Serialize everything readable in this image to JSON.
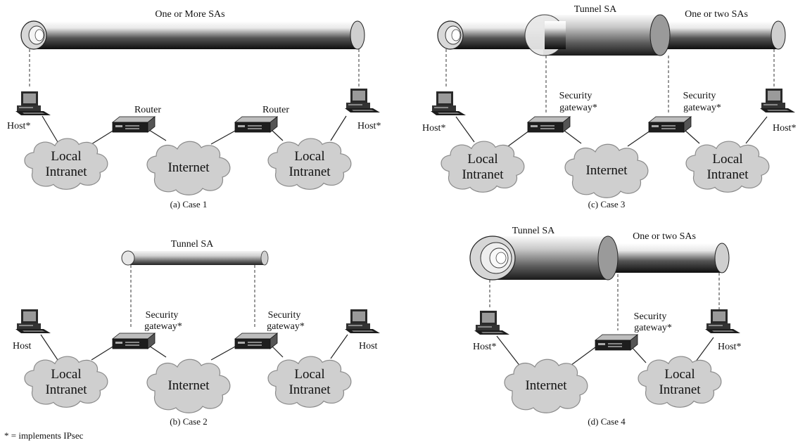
{
  "case1": {
    "caption": "(a) Case 1",
    "tube_label": "One or More SAs",
    "host_left": "Host*",
    "host_right": "Host*",
    "router_left": "Router",
    "router_right": "Router",
    "cloud_left": [
      "Local",
      "Intranet"
    ],
    "cloud_mid": "Internet",
    "cloud_right": [
      "Local",
      "Intranet"
    ]
  },
  "case2": {
    "caption": "(b) Case 2",
    "tube_label": "Tunnel SA",
    "host_left": "Host",
    "host_right": "Host",
    "gateway_left": [
      "Security",
      "gateway*"
    ],
    "gateway_right": [
      "Security",
      "gateway*"
    ],
    "cloud_left": [
      "Local",
      "Intranet"
    ],
    "cloud_mid": "Internet",
    "cloud_right": [
      "Local",
      "Intranet"
    ]
  },
  "case3": {
    "caption": "(c) Case 3",
    "tunnel_label": "Tunnel SA",
    "tube_label": "One or two SAs",
    "host_left": "Host*",
    "host_right": "Host*",
    "gateway_left": [
      "Security",
      "gateway*"
    ],
    "gateway_right": [
      "Security",
      "gateway*"
    ],
    "cloud_left": [
      "Local",
      "Intranet"
    ],
    "cloud_mid": "Internet",
    "cloud_right": [
      "Local",
      "Intranet"
    ]
  },
  "case4": {
    "caption": "(d) Case 4",
    "tunnel_label": "Tunnel SA",
    "tube_label": "One or two SAs",
    "host_left": "Host*",
    "host_right": "Host*",
    "gateway": [
      "Security",
      "gateway*"
    ],
    "cloud_mid": "Internet",
    "cloud_right": [
      "Local",
      "Intranet"
    ]
  },
  "footnote": "* = implements IPsec",
  "colors": {
    "tube_dark": "#1a1a1a",
    "tube_light": "#f2f2f2",
    "cloud": "#cfcfcf",
    "line": "#222222"
  }
}
